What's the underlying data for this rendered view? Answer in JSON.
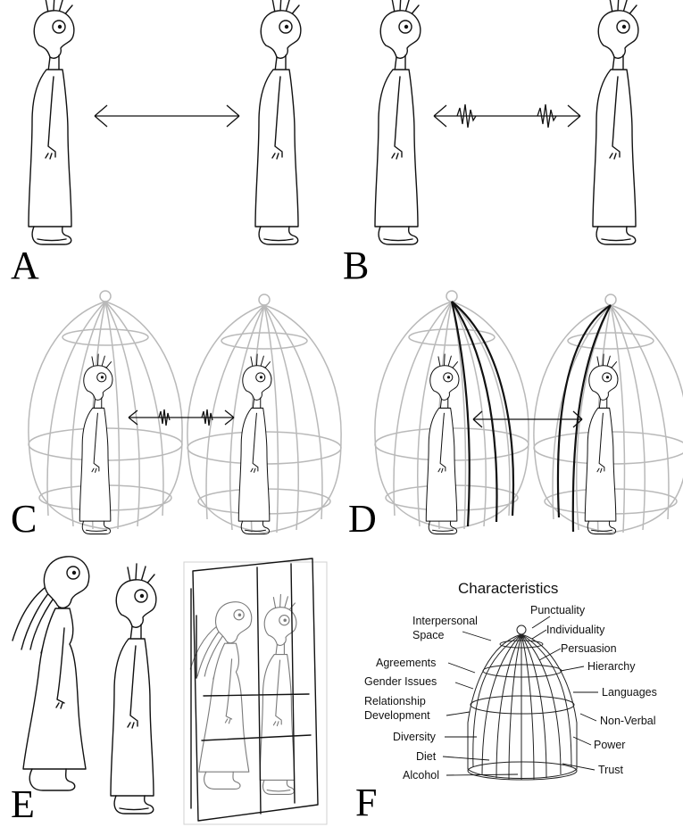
{
  "panels": {
    "a": "A",
    "b": "B",
    "c": "C",
    "d": "D",
    "e": "E",
    "f": "F"
  },
  "cage_diagram": {
    "title": "Characteristics",
    "left_labels": [
      "Interpersonal",
      "Space",
      "Agreements",
      "Gender Issues",
      "Relationship",
      "Development",
      "Diversity",
      "Diet",
      "Alcohol"
    ],
    "right_labels": [
      "Punctuality",
      "Individuality",
      "Persuasion",
      "Hierarchy",
      "Languages",
      "Non-Verbal",
      "Power",
      "Trust"
    ]
  }
}
